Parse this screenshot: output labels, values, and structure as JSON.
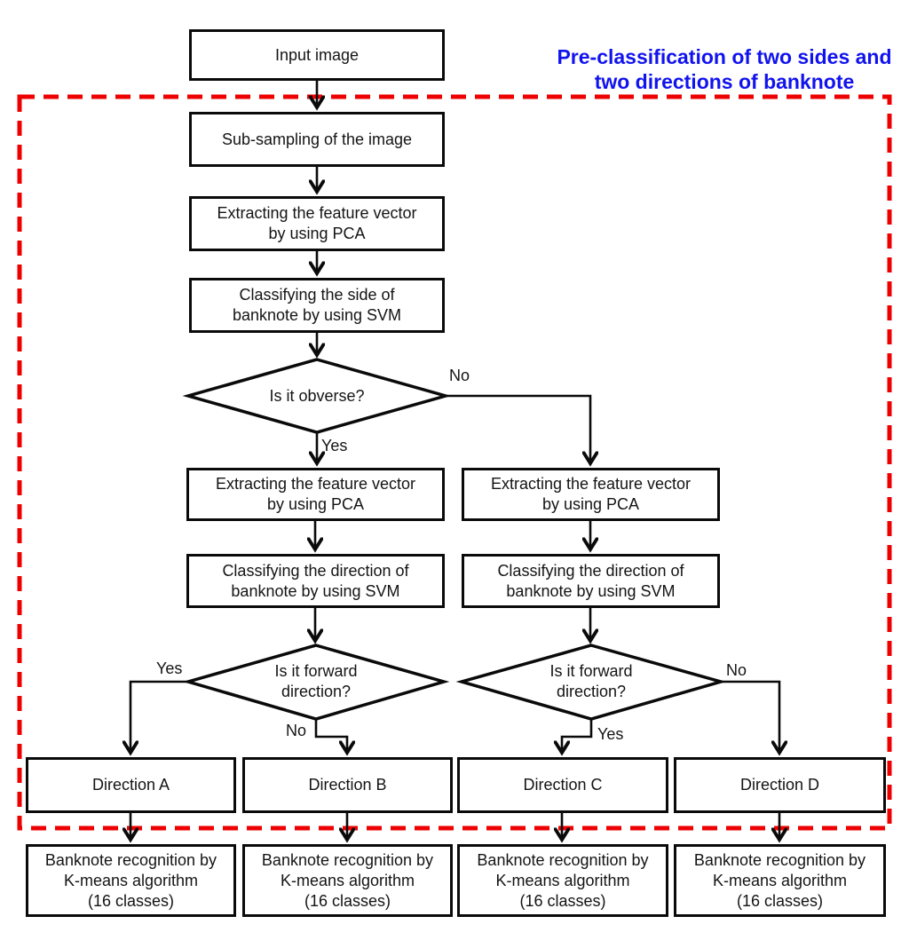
{
  "title": {
    "line1": "Pre-classification of two sides and",
    "line2": "two directions of banknote"
  },
  "colors": {
    "title_text": "#1113ee",
    "boundary_dashed": "#ee0000",
    "node_border": "#0a0a0a",
    "node_fill": "#ffffff",
    "node_text": "#141414"
  },
  "nodes": {
    "input_image": "Input image",
    "subsampling": "Sub-sampling of the image",
    "extract_pca_top": "Extracting the feature vector\nby using PCA",
    "classify_side": "Classifying the side of\nbanknote by using SVM",
    "extract_pca_left": "Extracting the feature vector\nby using PCA",
    "extract_pca_right": "Extracting the feature vector\nby using PCA",
    "classify_direction_left": "Classifying the direction of\nbanknote by using SVM",
    "classify_direction_right": "Classifying the direction of\nbanknote by using SVM",
    "direction_a": "Direction A",
    "direction_b": "Direction B",
    "direction_c": "Direction C",
    "direction_d": "Direction D",
    "kmeans_a": "Banknote recognition by\nK-means algorithm\n(16 classes)",
    "kmeans_b": "Banknote recognition by\nK-means algorithm\n(16 classes)",
    "kmeans_c": "Banknote recognition by\nK-means algorithm\n(16 classes)",
    "kmeans_d": "Banknote recognition by\nK-means algorithm\n(16 classes)"
  },
  "decisions": {
    "is_obverse": "Is it obverse?",
    "is_forward_left": "Is it forward\ndirection?",
    "is_forward_right": "Is it forward\ndirection?"
  },
  "edge_labels": {
    "obverse_no": "No",
    "obverse_yes": "Yes",
    "forward_left_yes": "Yes",
    "forward_left_no": "No",
    "forward_right_yes": "Yes",
    "forward_right_no": "No"
  }
}
